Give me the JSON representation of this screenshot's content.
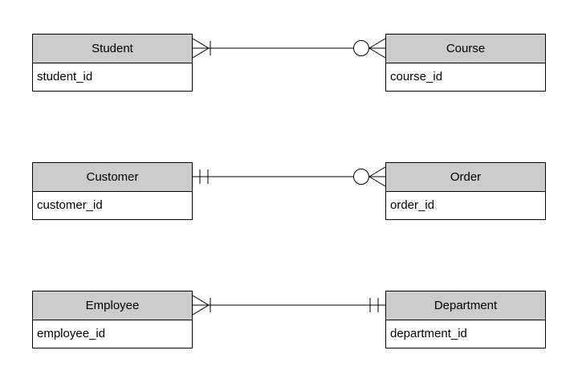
{
  "colors": {
    "background": "#ffffff",
    "entity_header_fill": "#cccccc",
    "entity_body_fill": "#ffffff",
    "border": "#000000",
    "connector_line": "#000000",
    "text": "#000000"
  },
  "entities": [
    {
      "name": "Student",
      "attribute": "student_id"
    },
    {
      "name": "Course",
      "attribute": "course_id"
    },
    {
      "name": "Customer",
      "attribute": "customer_id"
    },
    {
      "name": "Order",
      "attribute": "order_id"
    },
    {
      "name": "Employee",
      "attribute": "employee_id"
    },
    {
      "name": "Department",
      "attribute": "department_id"
    }
  ],
  "relationships": [
    {
      "from": "Student",
      "to": "Course",
      "from_cardinality": "one or many (crow's foot with bar)",
      "to_cardinality": "zero or many (circle with crow's foot)"
    },
    {
      "from": "Customer",
      "to": "Order",
      "from_cardinality": "exactly one (double bar)",
      "to_cardinality": "zero or many (circle with crow's foot)"
    },
    {
      "from": "Employee",
      "to": "Department",
      "from_cardinality": "one or many (crow's foot with bar)",
      "to_cardinality": "exactly one (double bar)"
    }
  ]
}
